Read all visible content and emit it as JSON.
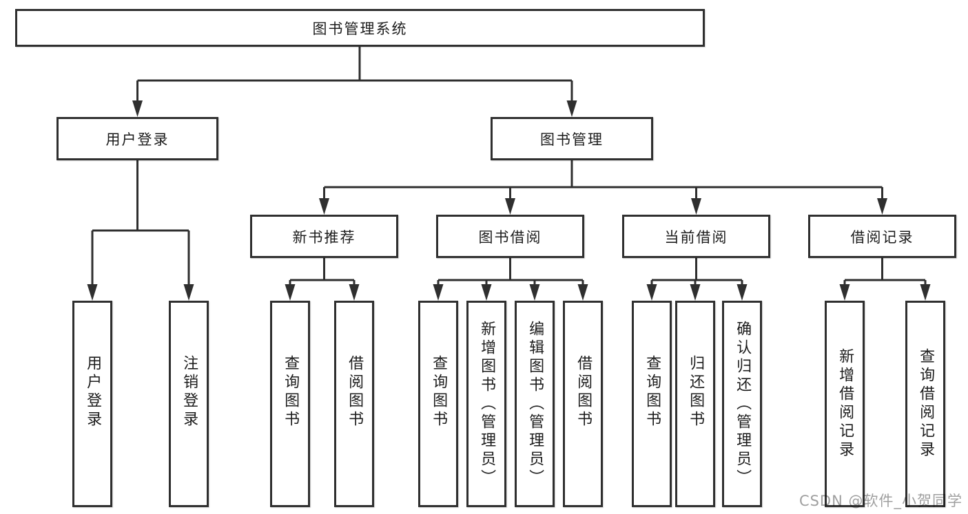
{
  "diagram": {
    "root": {
      "label": "图书管理系统"
    },
    "level1": {
      "user_login": {
        "label": "用户登录"
      },
      "book_mgmt": {
        "label": "图书管理"
      }
    },
    "level2": {
      "new_book_rec": {
        "label": "新书推荐"
      },
      "book_borrow": {
        "label": "图书借阅"
      },
      "current_borrow": {
        "label": "当前借阅"
      },
      "borrow_records": {
        "label": "借阅记录"
      }
    },
    "leaves": {
      "user_login": {
        "label": "用户登录"
      },
      "logout": {
        "label": "注销登录"
      },
      "rec_query_book": {
        "label": "查询图书"
      },
      "rec_borrow_book": {
        "label": "借阅图书"
      },
      "bb_query_book": {
        "label": "查询图书"
      },
      "bb_add_book_admin": {
        "label": "新增图书（管理员）"
      },
      "bb_edit_book_admin": {
        "label": "编辑图书（管理员）"
      },
      "bb_borrow_book": {
        "label": "借阅图书"
      },
      "cb_query_book": {
        "label": "查询图书"
      },
      "cb_return_book": {
        "label": "归还图书"
      },
      "cb_confirm_return_admin": {
        "label": "确认归还（管理员）"
      },
      "br_add_record": {
        "label": "新增借阅记录"
      },
      "br_query_record": {
        "label": "查询借阅记录"
      }
    },
    "line_color": "#2f2f2f"
  },
  "watermark": {
    "text": "CSDN @软件_小贺同学"
  }
}
